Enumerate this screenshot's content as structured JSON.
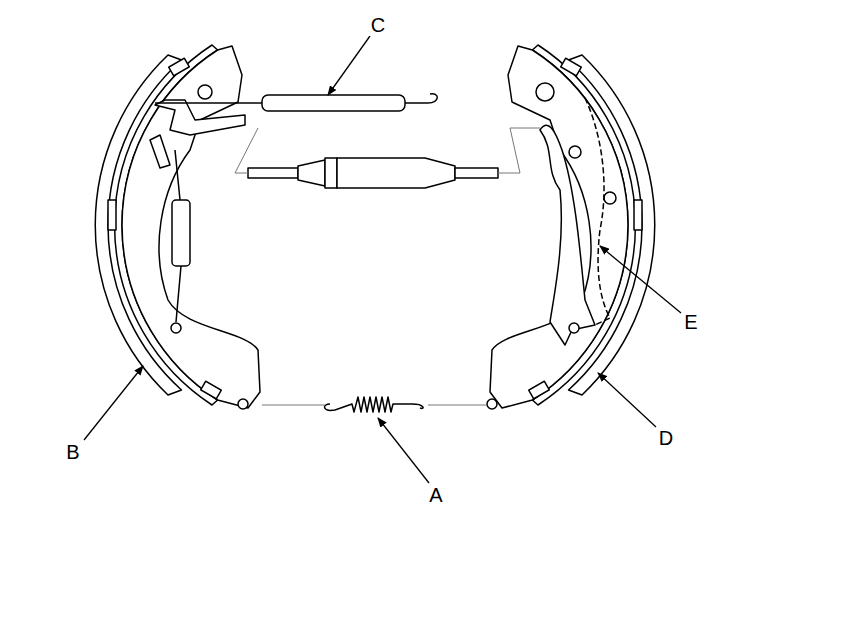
{
  "diagram": {
    "labels": [
      "C",
      "E",
      "D",
      "B",
      "A"
    ]
  }
}
